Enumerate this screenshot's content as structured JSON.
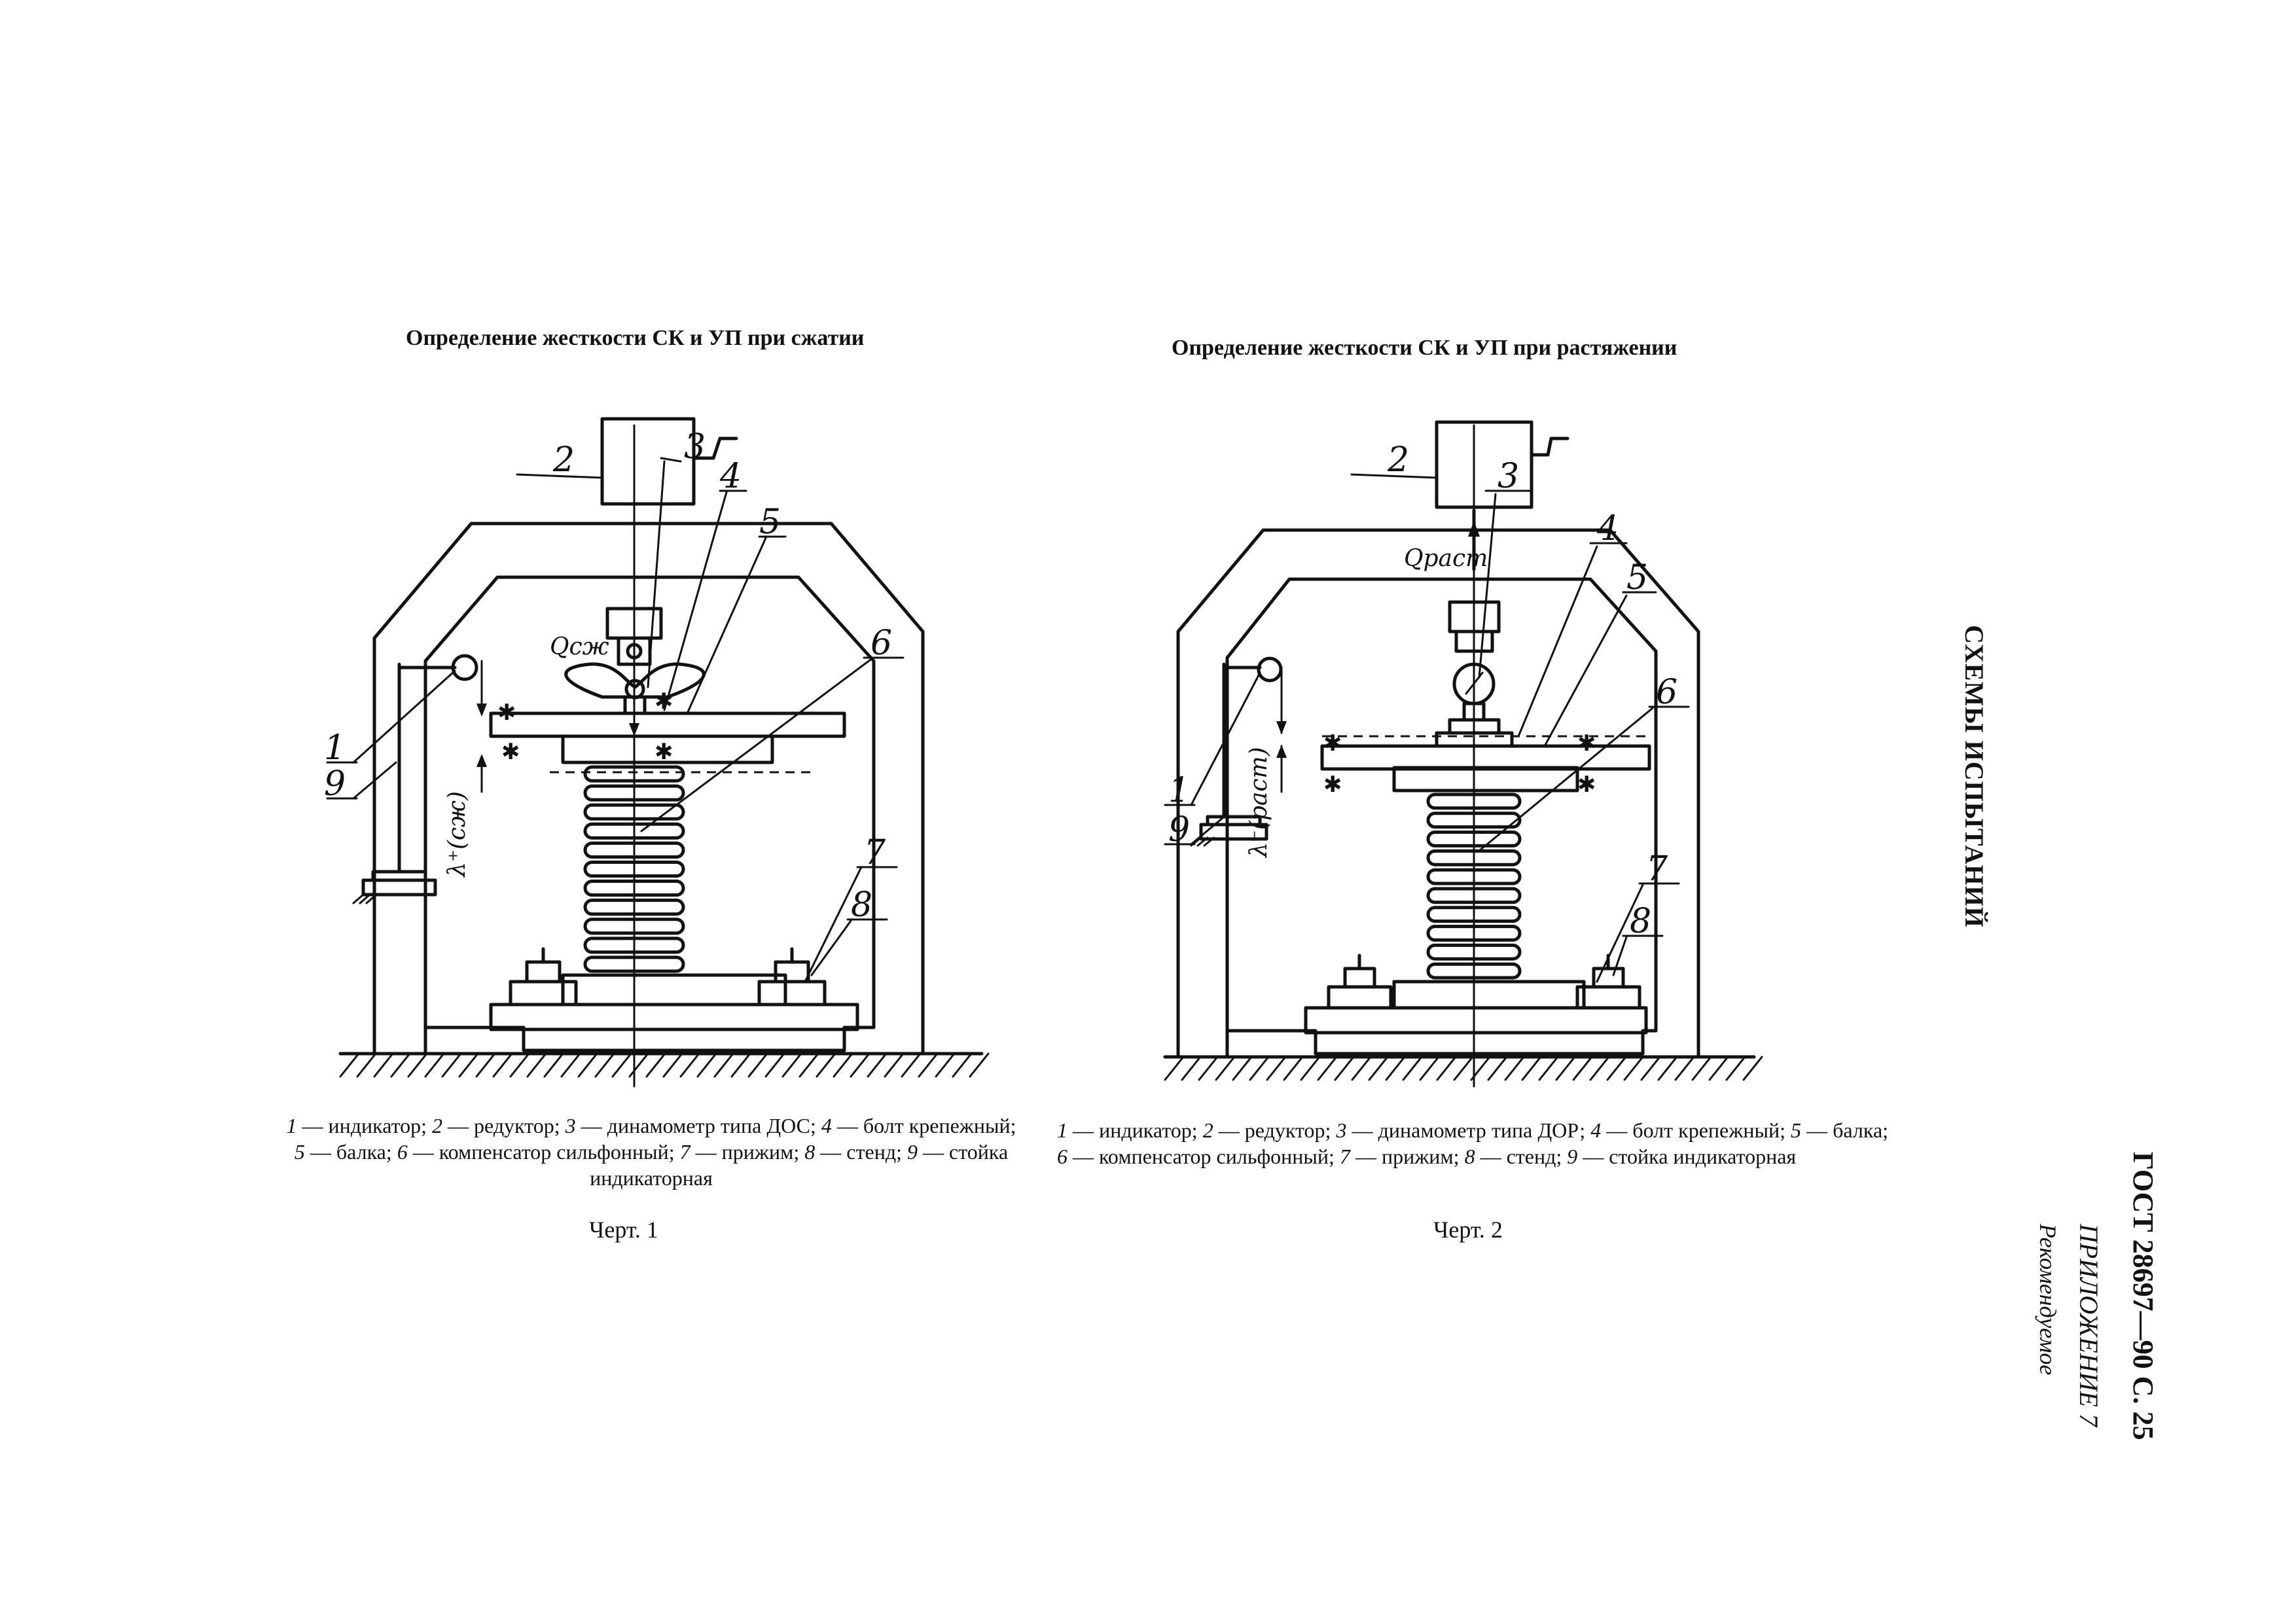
{
  "figure1": {
    "title": "Определение жесткости СК и УП при сжатии",
    "labels": [
      "1",
      "2",
      "3",
      "4",
      "5",
      "6",
      "7",
      "8",
      "9"
    ],
    "force": "Qсж",
    "deflection": "λ⁺(сж)",
    "caption": "Черт. 1",
    "legend": [
      {
        "num": "1",
        "text": " — индикатор; "
      },
      {
        "num": "2",
        "text": " — редуктор; "
      },
      {
        "num": "3",
        "text": " — динамометр типа ДОС; "
      },
      {
        "num": "4",
        "text": " — болт крепежный; "
      },
      {
        "num": "5",
        "text": " — балка; "
      },
      {
        "num": "6",
        "text": " — компенсатор сильфонный; "
      },
      {
        "num": "7",
        "text": " — прижим; "
      },
      {
        "num": "8",
        "text": " — стенд; "
      },
      {
        "num": "9",
        "text": " — стойка индикаторная"
      }
    ]
  },
  "figure2": {
    "title": "Определение жесткости СК и УП при растяжении",
    "labels": [
      "1",
      "2",
      "3",
      "4",
      "5",
      "6",
      "7",
      "8",
      "9"
    ],
    "force": "Qраст",
    "deflection": "λ⁻(раст)",
    "caption": "Черт. 2",
    "legend": [
      {
        "num": "1",
        "text": " — индикатор; "
      },
      {
        "num": "2",
        "text": " — редуктор; "
      },
      {
        "num": "3",
        "text": " — динамометр типа ДОР; "
      },
      {
        "num": "4",
        "text": " — болт крепежный; "
      },
      {
        "num": "5",
        "text": " — балка; "
      },
      {
        "num": "6",
        "text": " — компенсатор сильфонный; "
      },
      {
        "num": "7",
        "text": " — прижим; "
      },
      {
        "num": "8",
        "text": " — стенд; "
      },
      {
        "num": "9",
        "text": " — стойка индикаторная"
      }
    ]
  },
  "side": {
    "title": "СХЕМЫ ИСПЫТАНИЙ",
    "gost": "ГОСТ 28697—90 С. 25",
    "appendix": "ПРИЛОЖЕНИЕ 7",
    "recommended": "Рекомендуемое"
  }
}
